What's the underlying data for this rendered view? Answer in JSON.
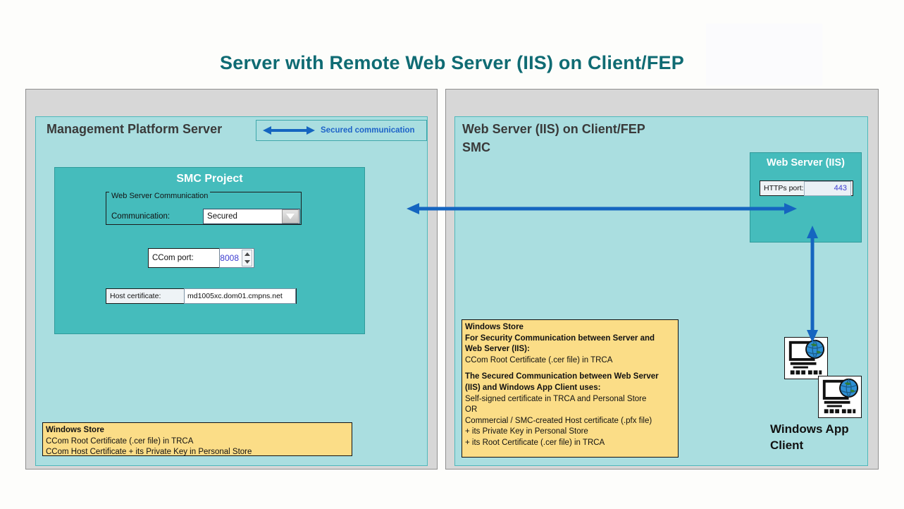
{
  "title": "Server with Remote Web Server (IIS) on Client/FEP",
  "colors": {
    "title_teal": "#0f6b73",
    "panel_cyan": "#aadee0",
    "box_teal": "#45bcbc",
    "frame_gray": "#d7d7d7",
    "note_yellow": "#fbdd87",
    "arrow_blue": "#1565c0",
    "value_blue": "#3c3cd0"
  },
  "left_panel": {
    "heading": "Management Platform Server",
    "legend": {
      "label": "Secured communication",
      "icon": "double-headed-arrow"
    },
    "smc_project": {
      "title": "SMC Project",
      "group": {
        "legend": "Web Server Communication",
        "communication_label": "Communication:",
        "communication_value": "Secured"
      },
      "ccom_port": {
        "label": "CCom port:",
        "value": "8008"
      },
      "host_certificate": {
        "label": "Host certificate:",
        "value": "md1005xc.dom01.cmpns.net"
      }
    },
    "note": {
      "heading": "Windows Store",
      "lines": [
        "CCom Root Certificate (.cer file) in TRCA",
        "CCom Host Certificate + its Private Key in Personal Store"
      ]
    }
  },
  "right_panel": {
    "heading_line1": "Web Server (IIS) on Client/FEP",
    "heading_line2": "SMC",
    "iis_box": {
      "title": "Web Server (IIS)",
      "https_port_label": "HTTPs port:",
      "https_port_value": "443"
    },
    "note": {
      "heading": "Windows Store",
      "section1_bold_line1": "For  Security Communication  between Server and",
      "section1_bold_line2": "Web Server (IIS):",
      "section1_line3": "CCom Root Certificate (.cer file) in TRCA",
      "section2_bold_line1": "The  Secured Communication  between Web Server",
      "section2_bold_line2": "(IIS) and Windows App Client  uses:",
      "section2_line3": "Self-signed certificate in TRCA  and Personal Store",
      "section2_line4": "OR",
      "section2_line5": "Commercial / SMC-created Host certificate (.pfx file)",
      "section2_line6": "+   its Private Key in Personal Store",
      "section2_line7": "+   its Root Certificate (.cer file) in TRCA"
    },
    "client": {
      "label_line1": "Windows App",
      "label_line2": "Client",
      "icon": "computer-globe-icon"
    }
  },
  "connectors": {
    "server_to_webserver": "double-headed-arrow-horizontal",
    "webserver_to_client": "double-headed-arrow-vertical"
  }
}
